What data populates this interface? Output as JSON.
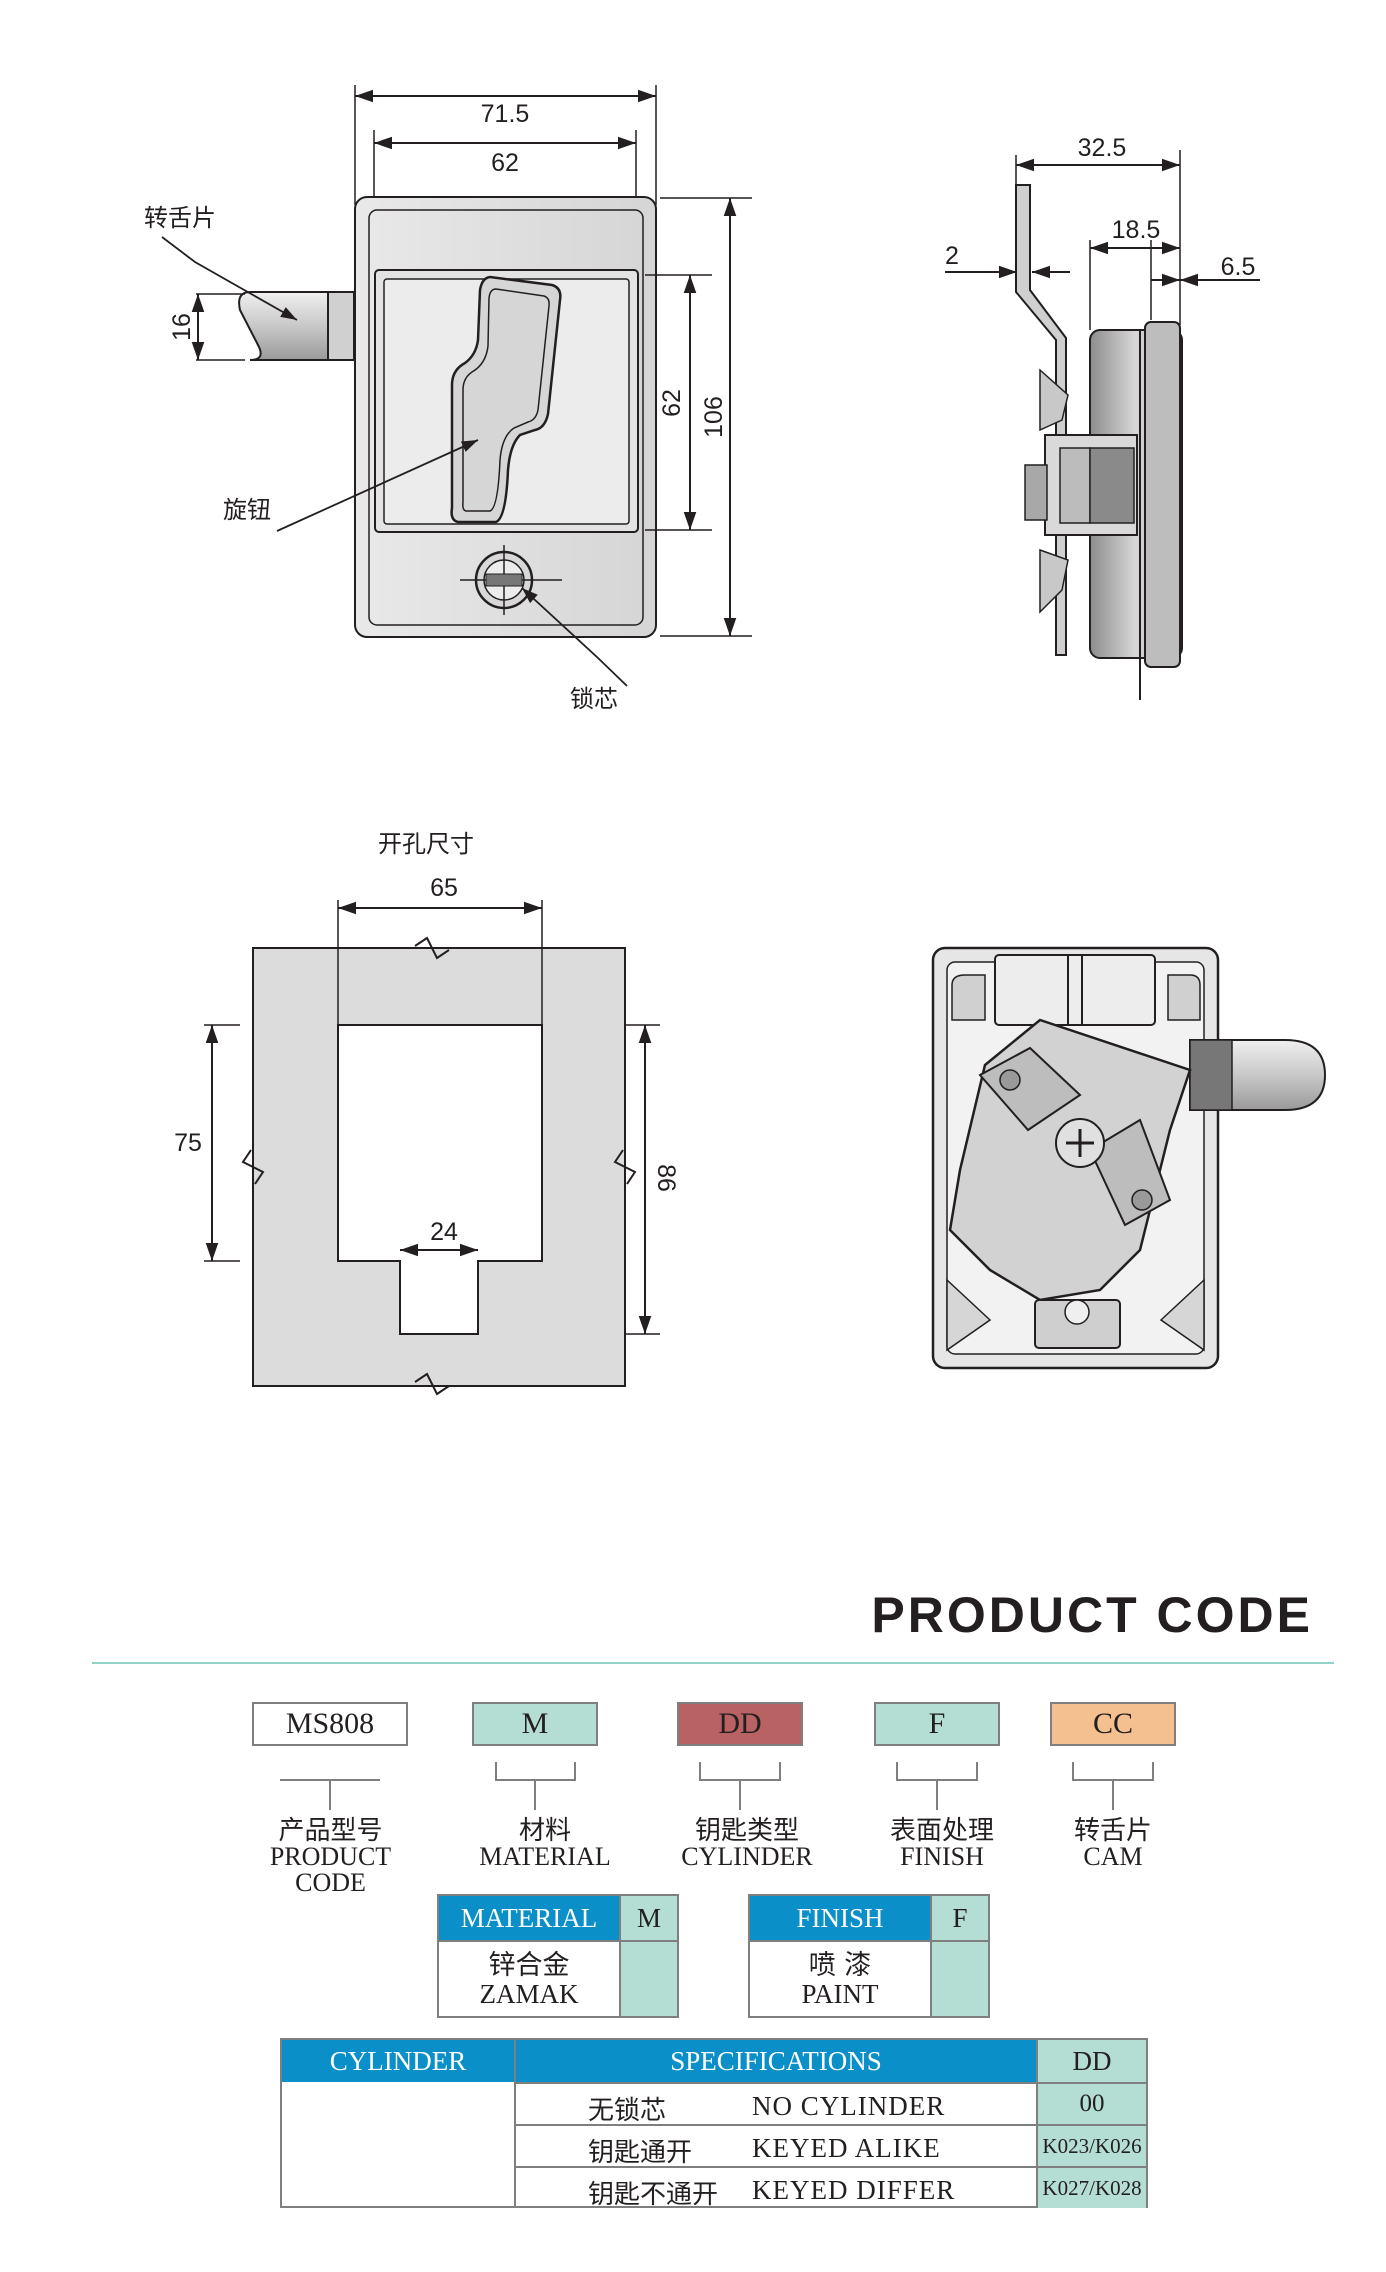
{
  "drawing": {
    "front": {
      "dim_width_total": "71.5",
      "dim_width_inner": "62",
      "dim_height_inner": "62",
      "dim_height_total": "106",
      "dim_cam": "16",
      "label_cam": "转舌片",
      "label_knob": "旋钮",
      "label_core": "锁芯"
    },
    "side": {
      "dim_total": "32.5",
      "dim_mid": "18.5",
      "dim_small": "6.5",
      "dim_thick": "2"
    },
    "cutout": {
      "title": "开孔尺寸",
      "dim_width": "65",
      "dim_left_height": "75",
      "dim_right_height": "86",
      "dim_slot": "24"
    }
  },
  "product_code": {
    "title": "PRODUCT CODE",
    "codes": [
      {
        "value": "MS808",
        "color": "#ffffff",
        "zh": "产品型号",
        "en": "PRODUCT CODE"
      },
      {
        "value": "M",
        "color": "#b4ddd3",
        "zh": "材料",
        "en": "MATERIAL"
      },
      {
        "value": "DD",
        "color": "#b86264",
        "zh": "钥匙类型",
        "en": "CYLINDER"
      },
      {
        "value": "F",
        "color": "#b4ddd3",
        "zh": "表面处理",
        "en": "FINISH"
      },
      {
        "value": "CC",
        "color": "#f5c08f",
        "zh": "转舌片",
        "en": "CAM"
      }
    ]
  },
  "material_table": {
    "header": "MATERIAL",
    "code": "M",
    "zh": "锌合金",
    "en": "ZAMAK"
  },
  "finish_table": {
    "header": "FINISH",
    "code": "F",
    "zh": "喷 漆",
    "en": "PAINT"
  },
  "cylinder_table": {
    "headers": [
      "CYLINDER",
      "SPECIFICATIONS",
      "DD"
    ],
    "rows": [
      {
        "zh": "无锁芯",
        "en": "NO CYLINDER",
        "code": "00"
      },
      {
        "zh": "钥匙通开",
        "en": "KEYED ALIKE",
        "code": "K023/K026"
      },
      {
        "zh": "钥匙不通开",
        "en": "KEYED DIFFER",
        "code": "K027/K028"
      }
    ]
  }
}
